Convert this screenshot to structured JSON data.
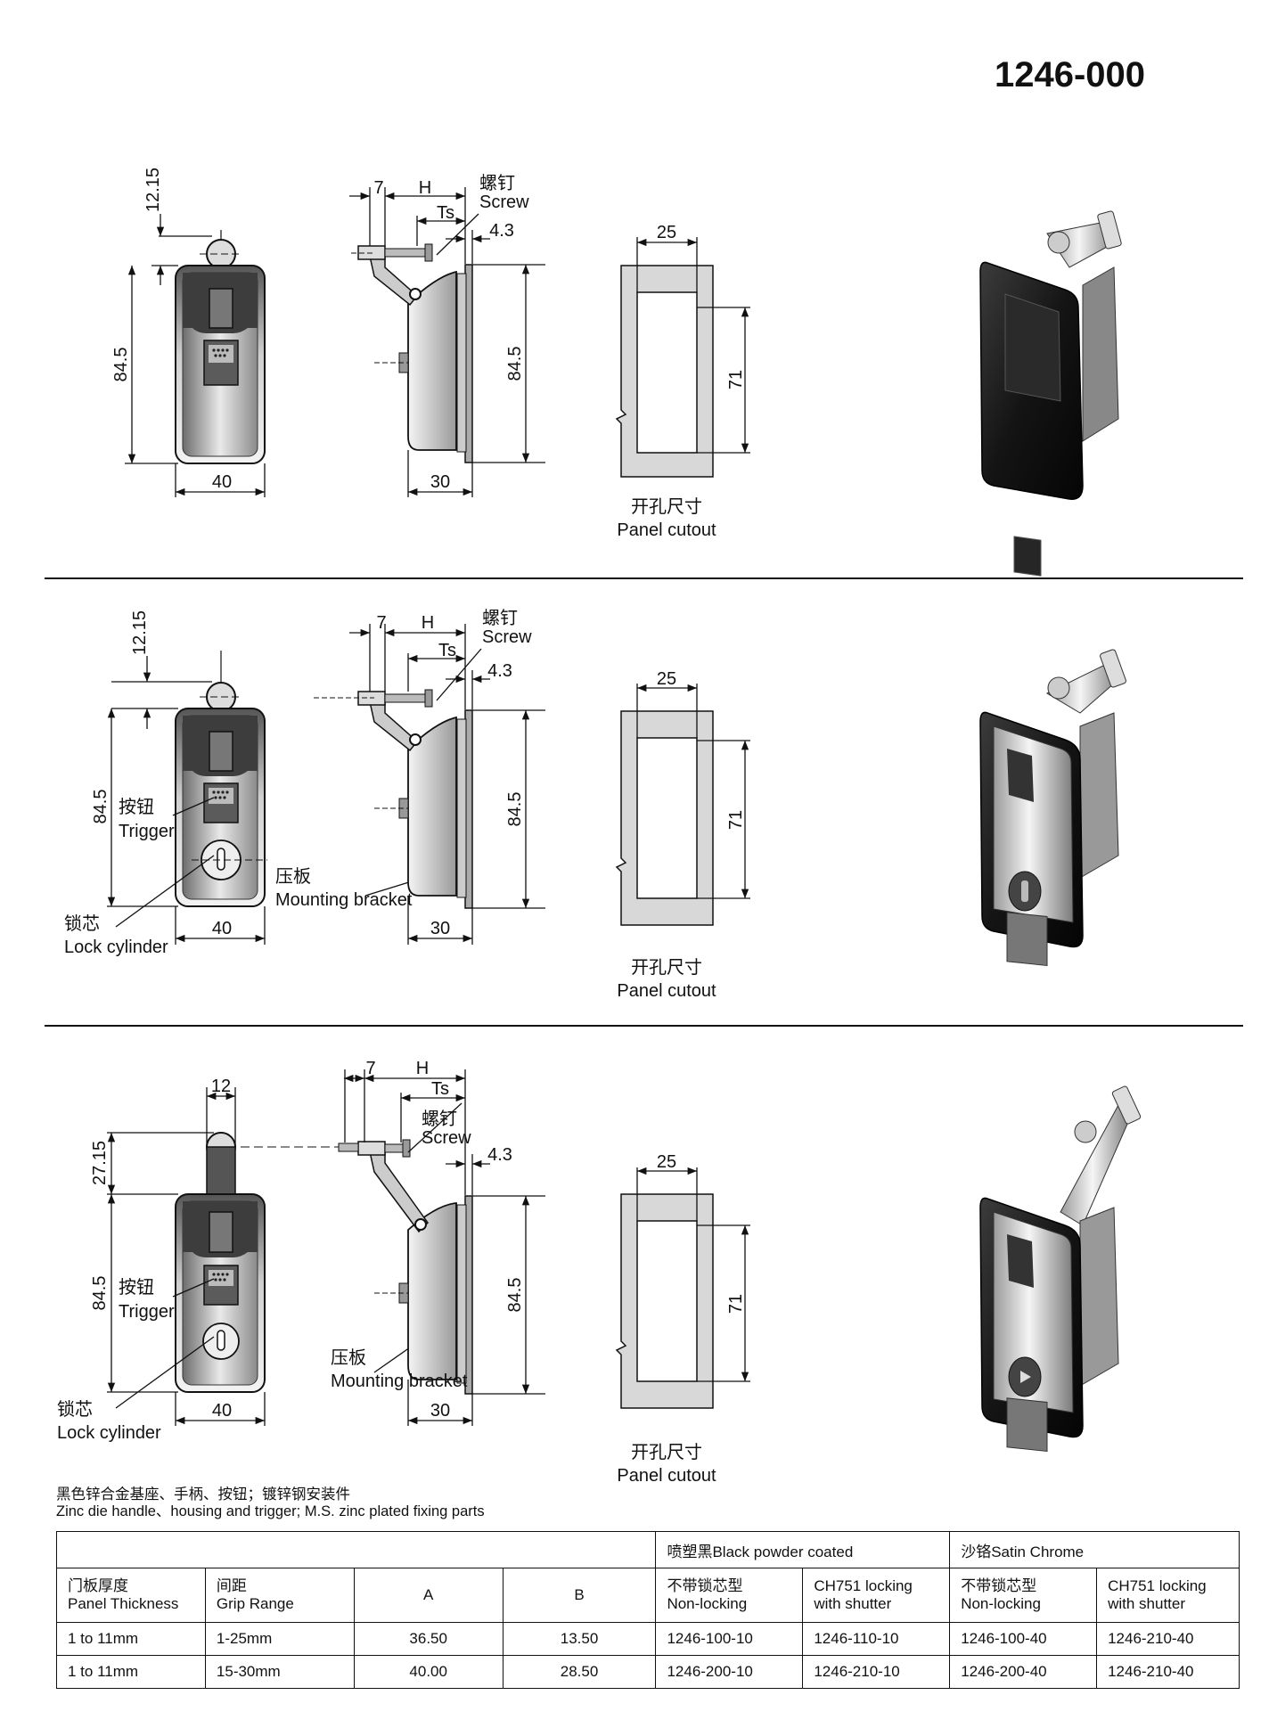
{
  "product_code": "1246-000",
  "rows": [
    {
      "dims": {
        "top_ear": "12.15",
        "height": "84.5",
        "width": "40",
        "side_h": "84.5",
        "depth": "30",
        "d7": "7",
        "dH": "H",
        "dTs": "Ts",
        "d43": "4.3",
        "cut_w": "25",
        "cut_h": "71"
      },
      "screw_cn": "螺钉",
      "screw_en": "Screw",
      "cutout_cn": "开孔尺寸",
      "cutout_en": "Panel cutout"
    },
    {
      "dims": {
        "top_ear": "12.15",
        "height": "84.5",
        "width": "40",
        "side_h": "84.5",
        "depth": "30",
        "d7": "7",
        "dH": "H",
        "dTs": "Ts",
        "d43": "4.3",
        "cut_w": "25",
        "cut_h": "71"
      },
      "screw_cn": "螺钉",
      "screw_en": "Screw",
      "trigger_cn": "按钮",
      "trigger_en": "Trigger",
      "bracket_cn": "压板",
      "bracket_en": "Mounting bracket",
      "cylinder_cn": "锁芯",
      "cylinder_en": "Lock cylinder",
      "cutout_cn": "开孔尺寸",
      "cutout_en": "Panel cutout"
    },
    {
      "dims": {
        "top_ear": "27.15",
        "ear_w": "12",
        "height": "84.5",
        "width": "40",
        "side_h": "84.5",
        "depth": "30",
        "d7": "7",
        "dH": "H",
        "dTs": "Ts",
        "d43": "4.3",
        "cut_w": "25",
        "cut_h": "71"
      },
      "screw_cn": "螺钉",
      "screw_en": "Screw",
      "trigger_cn": "按钮",
      "trigger_en": "Trigger",
      "bracket_cn": "压板",
      "bracket_en": "Mounting bracket",
      "cylinder_cn": "锁芯",
      "cylinder_en": "Lock cylinder",
      "cutout_cn": "开孔尺寸",
      "cutout_en": "Panel cutout"
    }
  ],
  "material_cn": "黑色锌合金基座、手柄、按钮；镀锌钢安装件",
  "material_en": "Zinc die  handle、housing and trigger;  M.S. zinc plated fixing parts",
  "table": {
    "finish_black": "喷塑黑Black powder coated",
    "finish_chrome": "沙铬Satin Chrome",
    "headers": [
      [
        "门板厚度",
        "Panel Thickness"
      ],
      [
        "间距",
        "Grip Range"
      ],
      [
        "A",
        ""
      ],
      [
        "B",
        ""
      ],
      [
        "不带锁芯型",
        "Non-locking"
      ],
      [
        "CH751 locking",
        "with shutter"
      ],
      [
        "不带锁芯型",
        "Non-locking"
      ],
      [
        "CH751 locking",
        "with shutter"
      ]
    ],
    "rows": [
      [
        "1 to 11mm",
        "1-25mm",
        "36.50",
        "13.50",
        "1246-100-10",
        "1246-110-10",
        "1246-100-40",
        "1246-210-40"
      ],
      [
        "1 to 11mm",
        "15-30mm",
        "40.00",
        "28.50",
        "1246-200-10",
        "1246-210-10",
        "1246-200-40",
        "1246-210-40"
      ]
    ]
  }
}
